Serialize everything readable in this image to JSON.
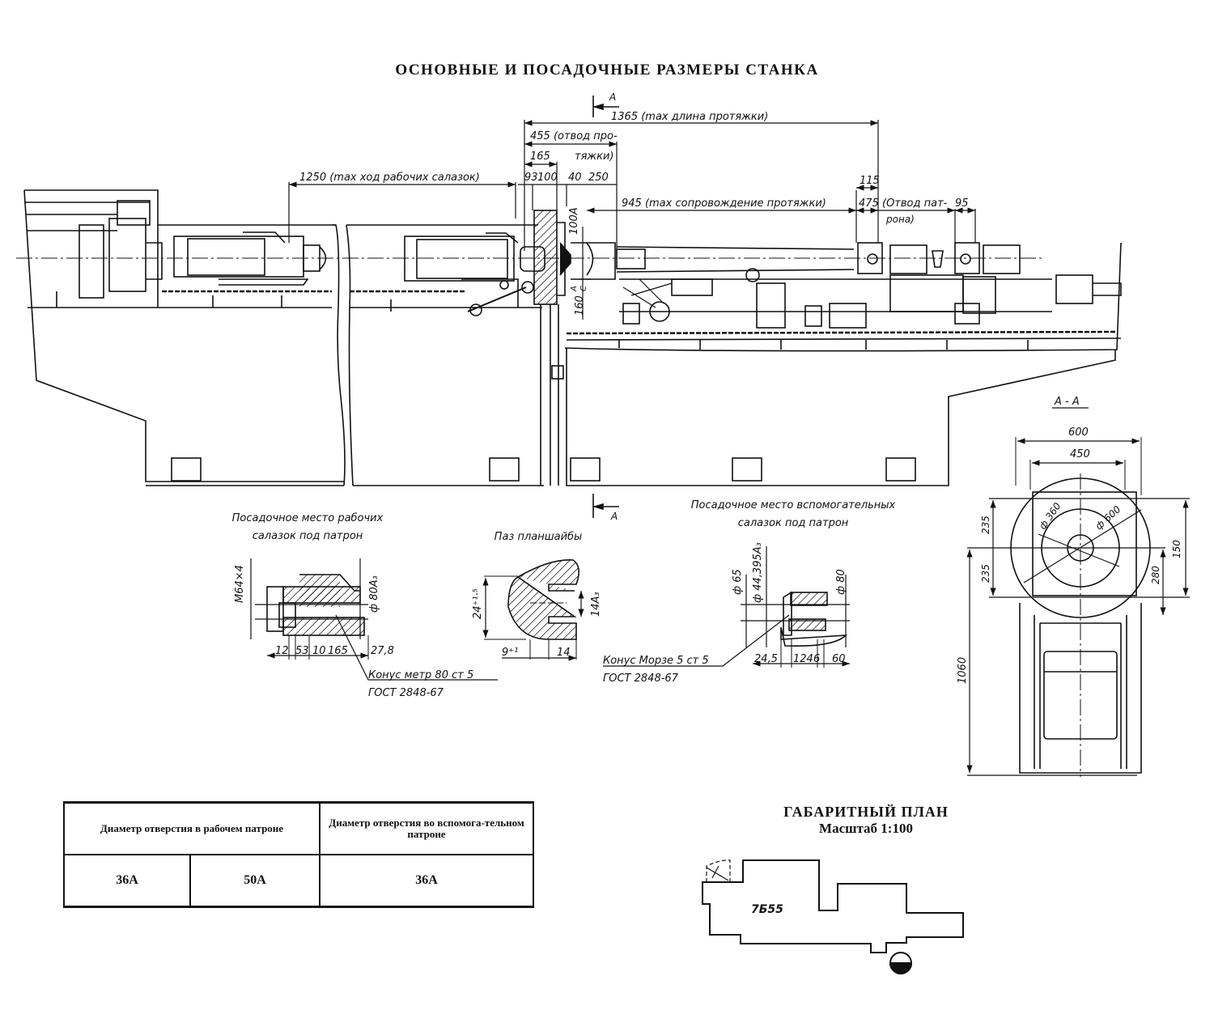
{
  "page": {
    "title": "ОСНОВНЫЕ И ПОСАДОЧНЫЕ РАЗМЕРЫ СТАНКА"
  },
  "main_view": {
    "section_marker": "А",
    "dimensions": {
      "max_broach_length": "1365 (max  длина протяжки)",
      "broach_retract_1": "455 (отвод про-",
      "broach_retract_2": "тяжки)",
      "d165": "165",
      "d93": "93",
      "d100": "100",
      "d40": "40",
      "d250": "250",
      "max_working_slide_travel": "1250 (max ход рабочих салазок)",
      "max_broach_follow": "945 (max сопровождение протяжки)",
      "d115": "115",
      "d475": "475",
      "chuck_retract_1": "(Отвод пат-",
      "chuck_retract_2": "рона)",
      "d95": "95",
      "d100A": "100А",
      "d160": "160",
      "fit_A": "А",
      "fit_C": "С"
    }
  },
  "detail_working_slide": {
    "caption_line1": "Посадочное место рабочих",
    "caption_line2": "салазок под патрон",
    "thread": "М64×4",
    "diameter": "ф 80А₃",
    "dims": [
      "12",
      "53",
      "10",
      "165",
      "27,8"
    ],
    "cone_label": "Конус метр 80 ст 5",
    "standard": "ГОСТ 2848-67"
  },
  "detail_faceplate_slot": {
    "caption": "Паз планшайбы",
    "height": "24⁺¹·⁵",
    "slot_width": "14А₃",
    "dim_a": "9⁺¹",
    "dim_b": "14"
  },
  "detail_aux_slide": {
    "caption_line1": "Посадочное место вспомогательных",
    "caption_line2": "салазок под патрон",
    "d65": "ф 65",
    "d44": "ф 44,395А₃",
    "d80": "ф 80",
    "dims": [
      "24,5",
      "124",
      "6",
      "60"
    ],
    "cone_label": "Конус Морзе 5 ст 5",
    "standard": "ГОСТ 2848-67"
  },
  "section_AA": {
    "label": "А - А",
    "width_outer": "600",
    "width_inner": "450",
    "d360": "ф 360",
    "d600": "ф 600",
    "h_top": "235",
    "h_bottom": "235",
    "h_150": "150",
    "h_280": "280",
    "h_total": "1060"
  },
  "spec_table": {
    "header_working": "Диаметр отверстия в рабочем патроне",
    "header_aux": "Диаметр отверстия во вспомога-тельном патроне",
    "values": [
      "36А",
      "50А",
      "36А"
    ]
  },
  "floor_plan": {
    "title": "ГАБАРИТНЫЙ ПЛАН",
    "scale": "Масштаб 1:100",
    "model": "7Б55"
  }
}
